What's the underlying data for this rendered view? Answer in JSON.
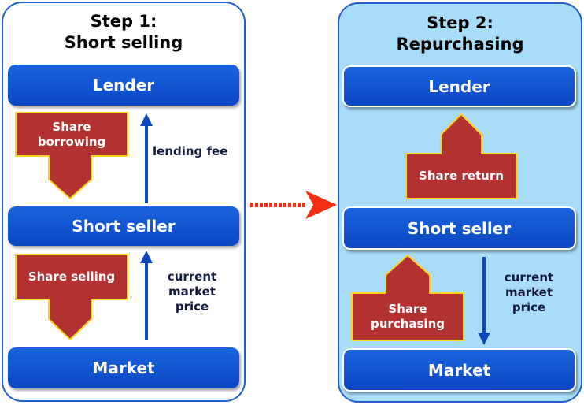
{
  "step1": {
    "title_line1": "Step 1:",
    "title_line2": "Short selling",
    "lender": "Lender",
    "short_seller": "Short seller",
    "market": "Market",
    "share_borrowing_line1": "Share",
    "share_borrowing_line2": "borrowing",
    "lending_fee": "lending fee",
    "share_selling": "Share selling",
    "price_line1": "current",
    "price_line2": "market",
    "price_line3": "price"
  },
  "step2": {
    "title_line1": "Step 2:",
    "title_line2": "Repurchasing",
    "lender": "Lender",
    "short_seller": "Short seller",
    "market": "Market",
    "share_return": "Share return",
    "share_purchasing_line1": "Share",
    "share_purchasing_line2": "purchasing",
    "price_line1": "current",
    "price_line2": "market",
    "price_line3": "price"
  },
  "colors": {
    "panel_border": "#1f5fd0",
    "step2_background": "#a9dcf8",
    "box_blue": "#0c47c2",
    "box_red": "#b23131",
    "red_border": "#ffd21f",
    "transition_arrow": "#f03010"
  }
}
